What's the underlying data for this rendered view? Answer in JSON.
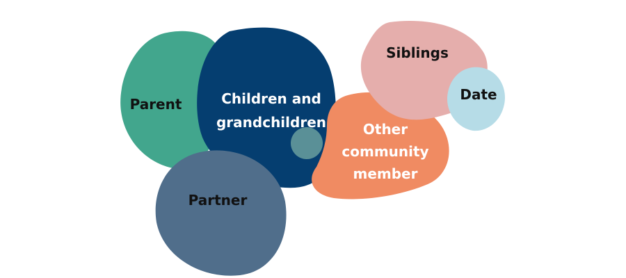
{
  "bubbles": {
    "parent": {
      "label": "Parent",
      "color": "#42a68d",
      "text_color": "#111111"
    },
    "children": {
      "line1": "Children and",
      "line2": "grandchildren",
      "color": "#053e70",
      "text_color": "#ffffff"
    },
    "partner": {
      "label": "Partner",
      "color": "#506e8b",
      "text_color": "#111111"
    },
    "other": {
      "line1": "Other",
      "line2": "community",
      "line3": "member",
      "color": "#f08b62",
      "text_color": "#ffffff"
    },
    "siblings": {
      "label": "Siblings",
      "color": "#e5aeac",
      "text_color": "#111111"
    },
    "date": {
      "label": "Date",
      "color": "#b6dce7",
      "text_color": "#111111"
    },
    "small_dot": {
      "color": "#5a9097"
    }
  }
}
